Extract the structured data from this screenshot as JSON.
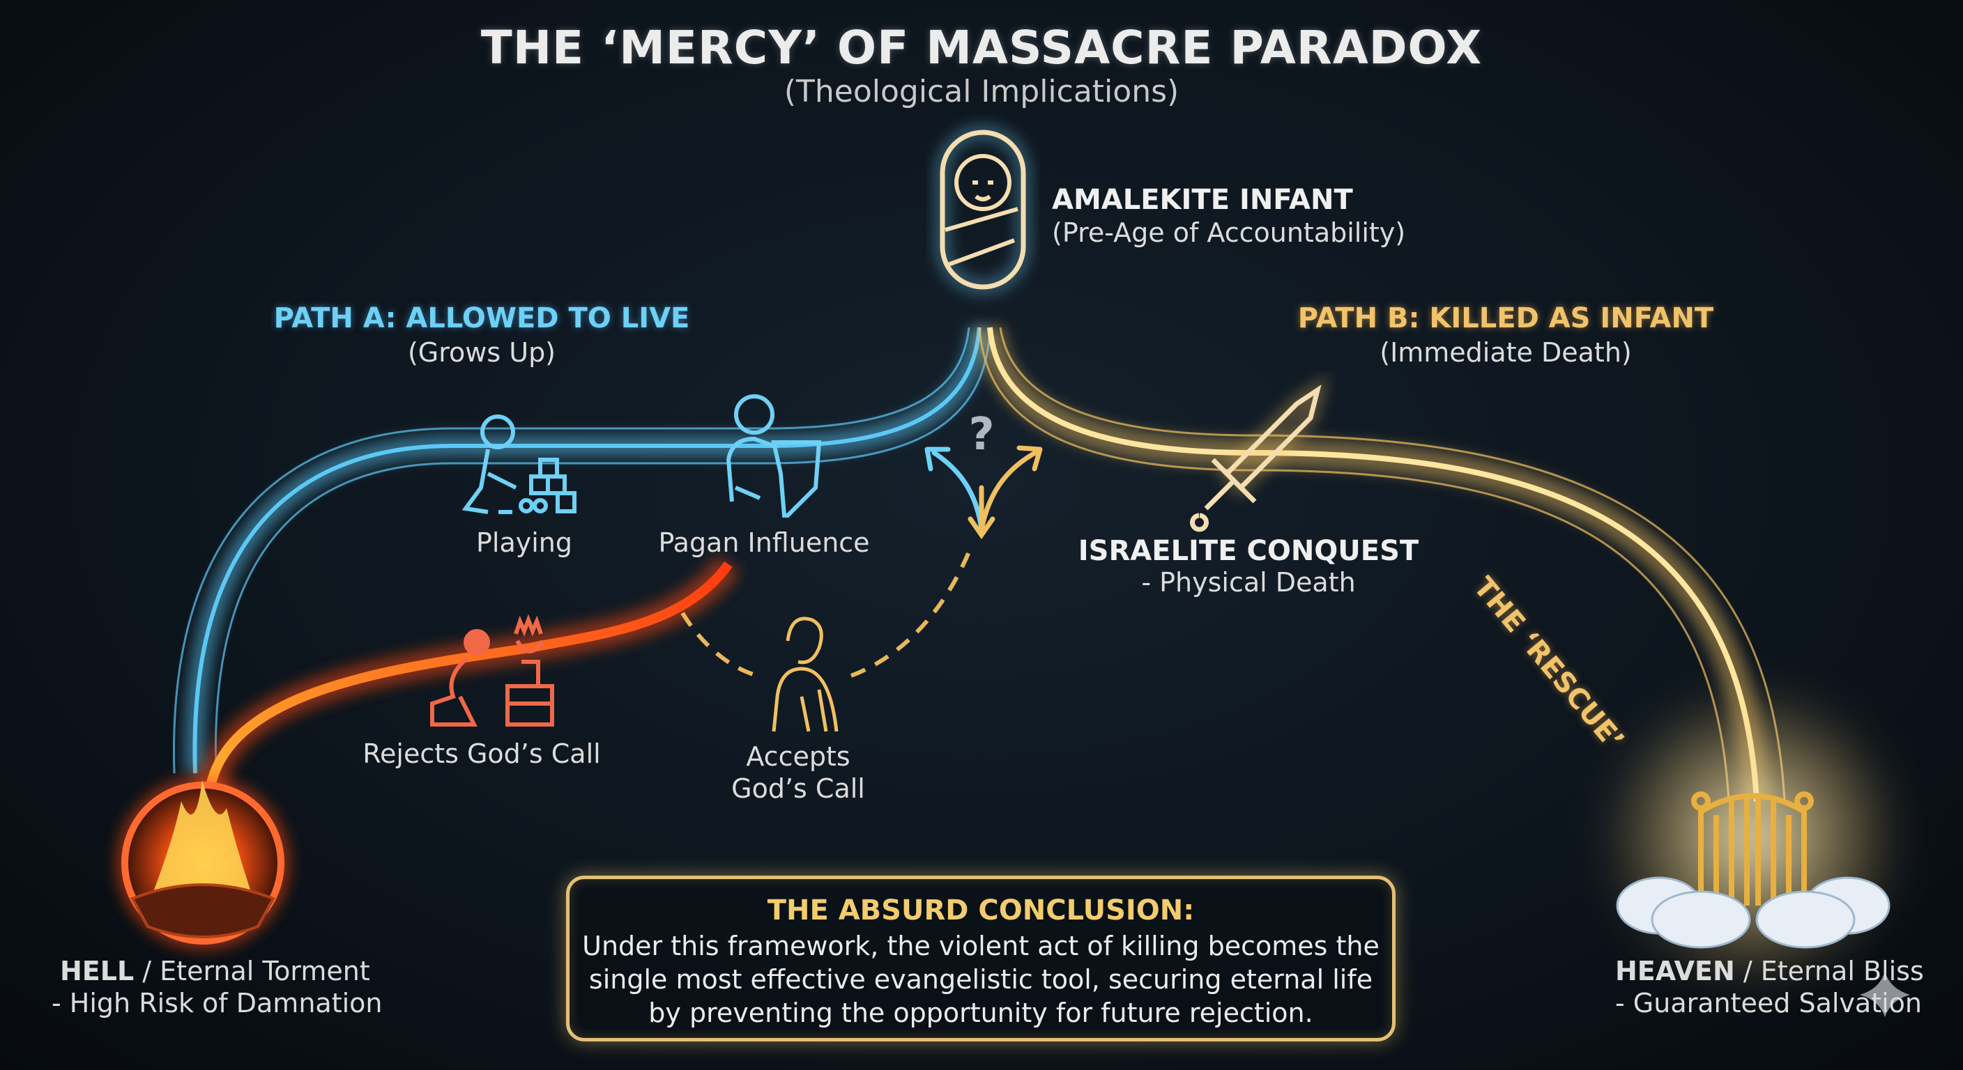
{
  "title": "THE ‘MERCY’ OF MASSACRE PARADOX",
  "subtitle": "(Theological Implications)",
  "infant": {
    "label": "AMALEKITE INFANT",
    "sub": "(Pre-Age of Accountability)"
  },
  "path_a": {
    "label": "PATH A: ALLOWED TO LIVE",
    "sub": "(Grows Up)"
  },
  "path_b": {
    "label": "PATH B: KILLED AS INFANT",
    "sub": "(Immediate Death)"
  },
  "nodes": {
    "playing": "Playing",
    "pagan": "Pagan Influence",
    "question": "?",
    "rejects": "Rejects God’s Call",
    "accepts_1": "Accepts",
    "accepts_2": "God’s Call",
    "conquest": "ISRAELITE CONQUEST",
    "conquest_sub": "- Physical Death",
    "rescue": "THE ‘RESCUE’"
  },
  "hell": {
    "bold": "HELL",
    "rest": " / Eternal Torment",
    "sub": "- High Risk of Damnation"
  },
  "heaven": {
    "bold": "HEAVEN",
    "rest": " / Eternal Bliss",
    "sub": "- Guaranteed Salvation"
  },
  "conclusion": {
    "title": "THE ABSURD CONCLUSION:",
    "lines": [
      "Under this framework, the violent act of killing becomes the",
      "single most effective evangelistic tool, securing eternal life",
      "by preventing the opportunity for future rejection."
    ]
  },
  "colors": {
    "blue": "#5cc8f5",
    "gold": "#f0c060",
    "fire": "#ff5a1f",
    "box": "#e4c074"
  }
}
